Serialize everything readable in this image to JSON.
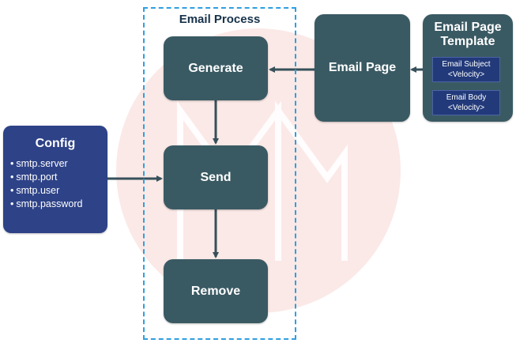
{
  "group": {
    "title": "Email Process",
    "border_color": "#2f9fe0"
  },
  "nodes": {
    "generate": "Generate",
    "send": "Send",
    "remove": "Remove",
    "email_page": "Email Page"
  },
  "template": {
    "title_line1": "Email Page",
    "title_line2": "Template",
    "fields": [
      {
        "line1": "Email Subject",
        "line2": "<Velocity>"
      },
      {
        "line1": "Email Body",
        "line2": "<Velocity>"
      }
    ]
  },
  "config": {
    "title": "Config",
    "items": [
      "smtp.server",
      "smtp.port",
      "smtp.user",
      "smtp.password"
    ]
  },
  "colors": {
    "node": "#3a5a63",
    "config": "#2d4287",
    "field": "#223a7a",
    "arrow": "#36505a",
    "watermark": "#fbe9e7"
  }
}
